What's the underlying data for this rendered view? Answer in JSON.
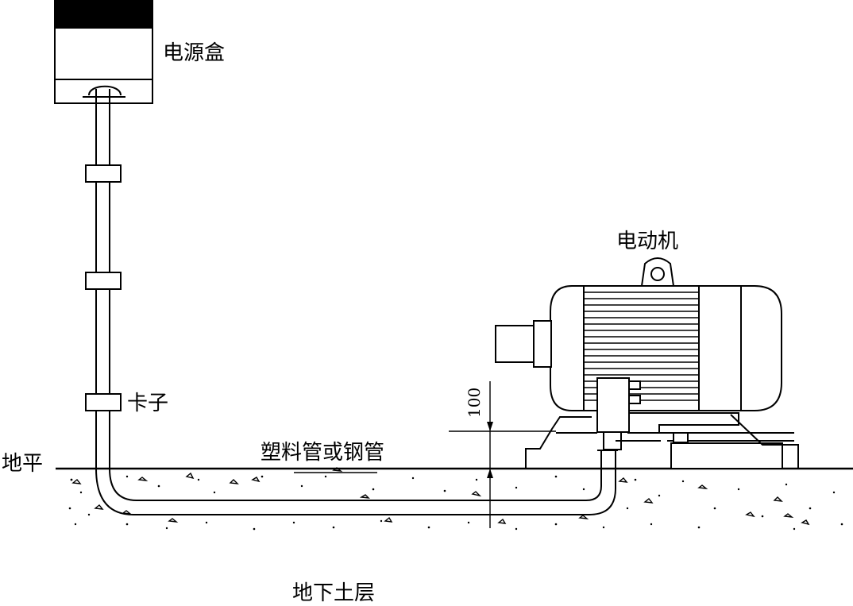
{
  "labels": {
    "power_box": "电源盒",
    "motor": "电动机",
    "clamp": "卡子",
    "ground_level": "地平",
    "pipe": "塑料管或钢管",
    "soil": "地下土层",
    "dimension": "100"
  },
  "colors": {
    "line": "#000000",
    "background": "#ffffff"
  }
}
